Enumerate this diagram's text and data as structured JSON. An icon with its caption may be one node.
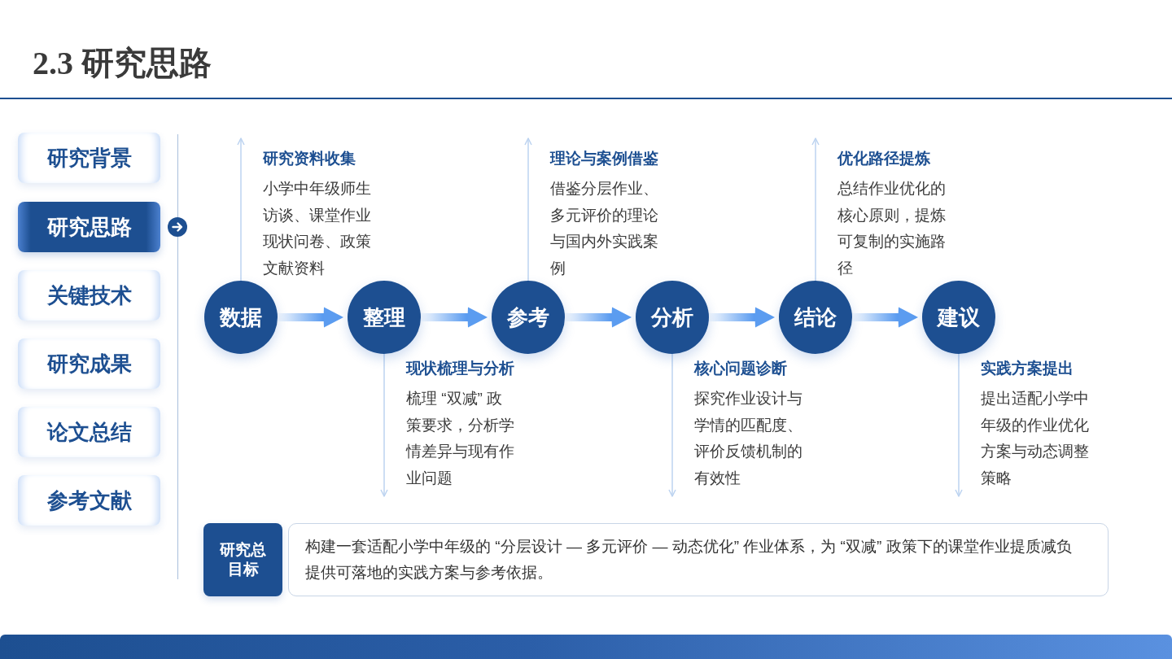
{
  "diagram": {
    "title": "2.3 研究思路",
    "nodes": [
      {
        "text": [
          "研究背景"
        ]
      },
      {
        "text": [
          "研究思路"
        ]
      },
      {
        "text": [
          "关键技术"
        ]
      },
      {
        "text": [
          "研究成果"
        ]
      },
      {
        "text": [
          "论文总结"
        ]
      },
      {
        "text": [
          "参考文献"
        ]
      },
      {
        "text": [
          "数据"
        ],
        "beside": [
          "研究资料收集",
          "小学中年级师生访谈、课堂作业现状问卷、政策文献资料"
        ]
      },
      {
        "text": [
          "整理"
        ],
        "beside": [
          "现状梳理与分析",
          "梳理 “双减” 政策要求，分析学情差异与现有作业问题"
        ]
      },
      {
        "text": [
          "参考"
        ],
        "beside": [
          "理论与案例借鉴",
          "借鉴分层作业、多元评价的理论与国内外实践案例"
        ]
      },
      {
        "text": [
          "分析"
        ],
        "beside": [
          "核心问题诊断",
          "探究作业设计与学情的匹配度、评价反馈机制的有效性"
        ]
      },
      {
        "text": [
          "结论"
        ],
        "beside": [
          "优化路径提炼",
          "总结作业优化的核心原则，提炼可复制的实施路径"
        ]
      },
      {
        "text": [
          "建议"
        ],
        "beside": [
          "实践方案提出",
          "提出适配小学中年级的作业优化方案与动态调整策略"
        ]
      },
      {
        "text": [
          "研究总目标"
        ]
      },
      {
        "text": [
          "构建一套适配小学中年级的 “分层设计 — 多元评价 — 动态优化” 作业体系，为 “双减” 政策下的课堂作业提质减负提供可落地的实践方案与参考依据。"
        ]
      }
    ],
    "edges": [
      {
        "from": 6,
        "to": 7,
        "arrow": "to",
        "style": "thick",
        "color": "#5b9cf0"
      },
      {
        "from": 7,
        "to": 8,
        "arrow": "to",
        "style": "thick",
        "color": "#5b9cf0"
      },
      {
        "from": 8,
        "to": 9,
        "arrow": "to",
        "style": "thick",
        "color": "#5b9cf0"
      },
      {
        "from": 9,
        "to": 10,
        "arrow": "to",
        "style": "thick",
        "color": "#5b9cf0"
      },
      {
        "from": 10,
        "to": 11,
        "arrow": "to",
        "style": "thick",
        "color": "#5b9cf0"
      },
      {
        "from": 6,
        "to": null,
        "arrow": "to"
      },
      {
        "from": 7,
        "to": null,
        "arrow": "to"
      },
      {
        "from": 8,
        "to": null,
        "arrow": "to"
      },
      {
        "from": 9,
        "to": null,
        "arrow": "to"
      },
      {
        "from": 10,
        "to": null,
        "arrow": "to"
      },
      {
        "from": 11,
        "to": null,
        "arrow": "to"
      }
    ]
  }
}
